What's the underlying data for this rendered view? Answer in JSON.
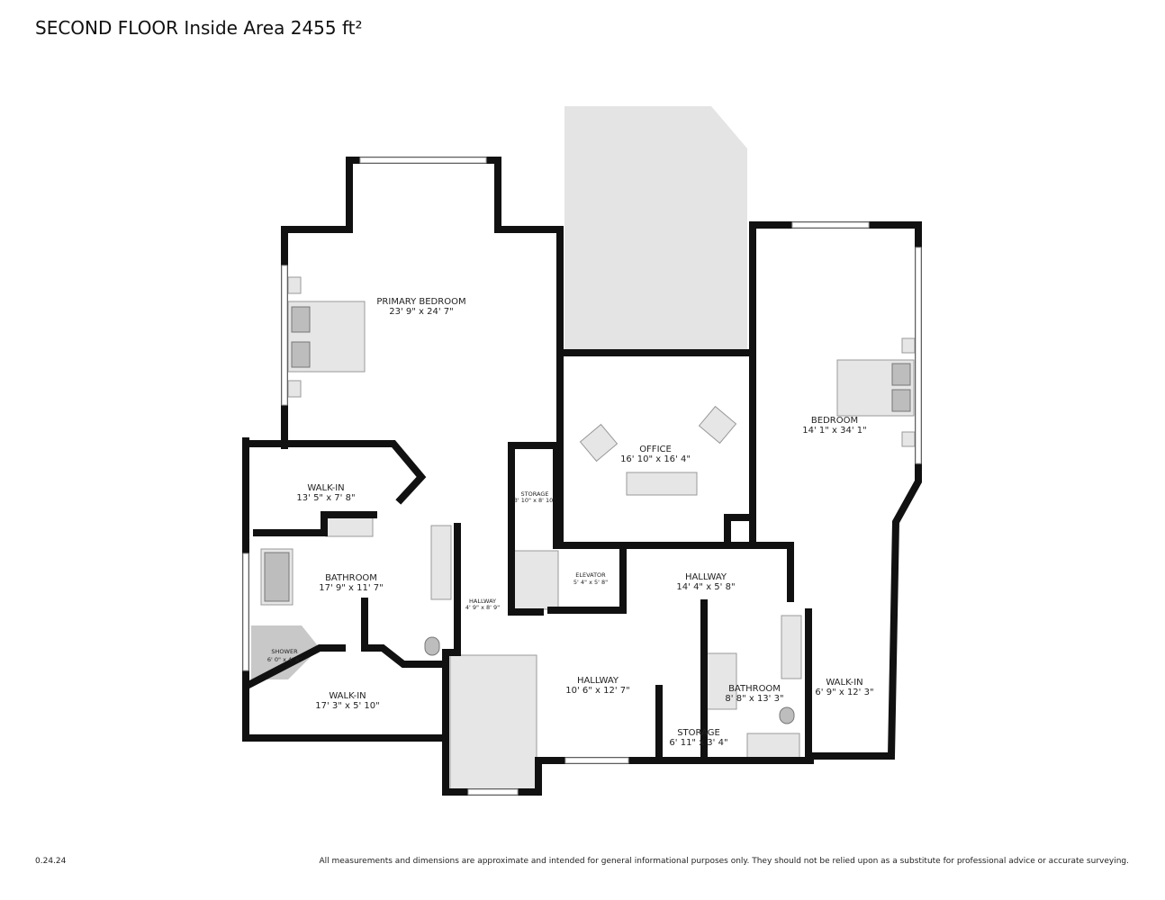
{
  "header": {
    "title": "SECOND FLOOR Inside Area 2455 ft²"
  },
  "footer": {
    "version": "0.24.24",
    "disclaimer": "All measurements and dimensions are approximate and intended for general informational purposes only. They should not be relied upon as a substitute for professional advice or accurate surveying."
  },
  "rooms": [
    {
      "name": "PRIMARY BEDROOM",
      "dims": "23' 9\" x 24' 7\""
    },
    {
      "name": "OFFICE",
      "dims": "16' 10\" x 16' 4\""
    },
    {
      "name": "BEDROOM",
      "dims": "14' 1\" x 34' 1\""
    },
    {
      "name": "WALK-IN",
      "dims": "13' 5\" x 7' 8\""
    },
    {
      "name": "STORAGE",
      "dims": "3' 10\" x 8' 10\""
    },
    {
      "name": "BATHROOM",
      "dims": "17' 9\" x 11' 7\""
    },
    {
      "name": "ELEVATOR",
      "dims": "5' 4\" x 5' 8\""
    },
    {
      "name": "HALLWAY",
      "dims": "14' 4\" x 5' 8\""
    },
    {
      "name": "HALLWAY",
      "dims": "4' 9\" x 8' 9\""
    },
    {
      "name": "SHOWER",
      "dims": "6' 0\" x 4' 8\""
    },
    {
      "name": "WALK-IN",
      "dims": "17' 3\" x 5' 10\""
    },
    {
      "name": "HALLWAY",
      "dims": "10' 6\" x 12' 7\""
    },
    {
      "name": "BATHROOM",
      "dims": "8' 8\" x 13' 3\""
    },
    {
      "name": "WALK-IN",
      "dims": "6' 9\" x 12' 3\""
    },
    {
      "name": "STORAGE",
      "dims": "6' 11\" x 3' 4\""
    }
  ]
}
